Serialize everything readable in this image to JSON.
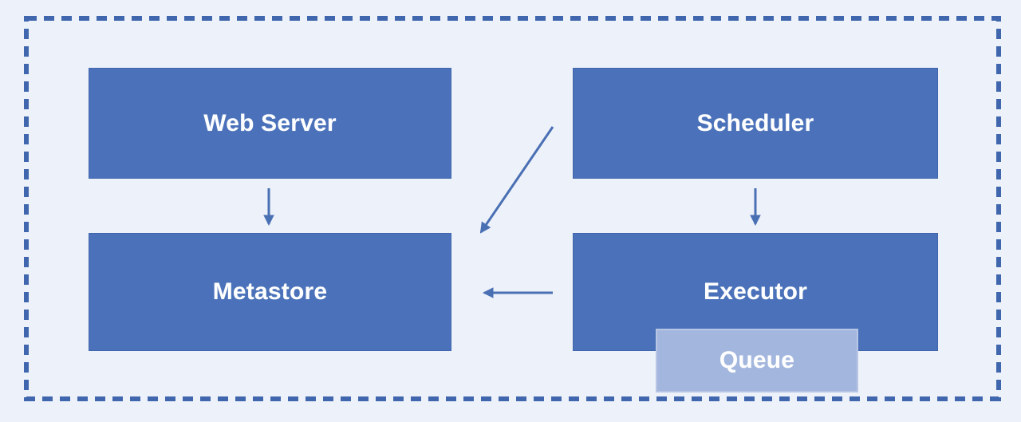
{
  "diagram": {
    "nodes": [
      {
        "id": "web-server",
        "label": "Web Server"
      },
      {
        "id": "scheduler",
        "label": "Scheduler"
      },
      {
        "id": "metastore",
        "label": "Metastore"
      },
      {
        "id": "executor",
        "label": "Executor"
      },
      {
        "id": "queue",
        "label": "Queue"
      }
    ],
    "edges": [
      {
        "from": "Web Server",
        "to": "Metastore",
        "shape": "vertical-down"
      },
      {
        "from": "Scheduler",
        "to": "Metastore",
        "shape": "diagonal-down-left"
      },
      {
        "from": "Scheduler",
        "to": "Executor",
        "shape": "vertical-down"
      },
      {
        "from": "Executor",
        "to": "Metastore",
        "shape": "horizontal-left"
      }
    ],
    "colors": {
      "background": "#edf1f9",
      "node_fill": "#4a71b9",
      "node_border": "#4067ae",
      "queue_fill": "#a3b7de",
      "queue_border": "#b9c5e5",
      "arrow": "#4a70b4",
      "frame": "#4067ae",
      "label_text": "#ffffff"
    }
  }
}
